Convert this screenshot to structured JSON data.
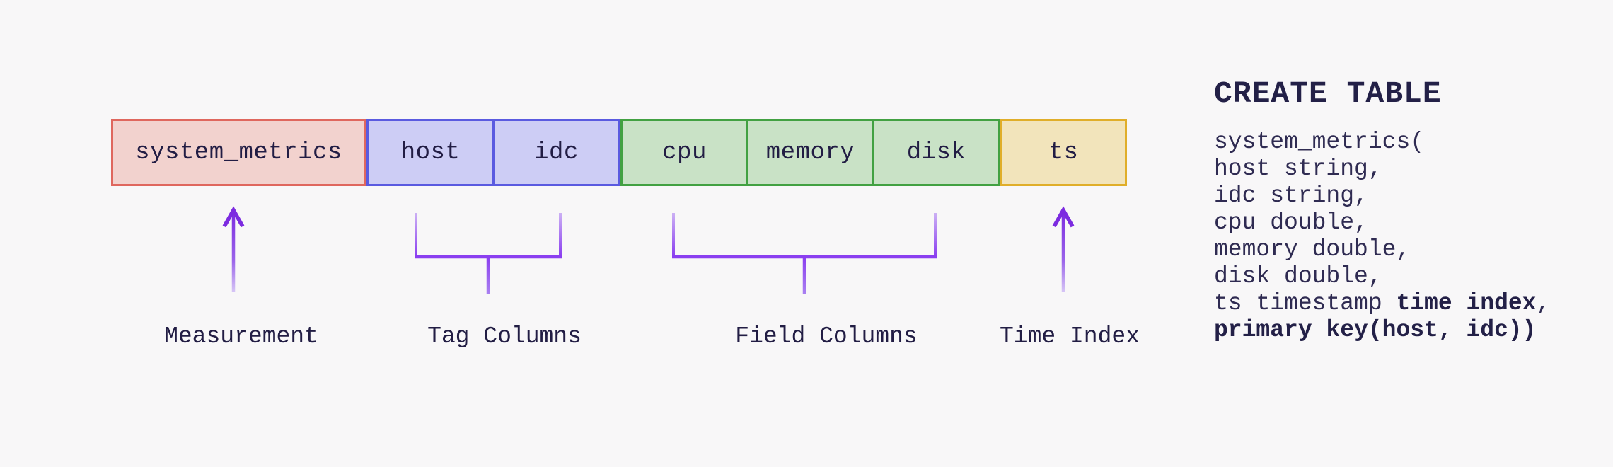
{
  "diagram": {
    "boxes": [
      {
        "label": "system_metrics",
        "role": "measurement"
      },
      {
        "label": "host",
        "role": "tag"
      },
      {
        "label": "idc",
        "role": "tag"
      },
      {
        "label": "cpu",
        "role": "field"
      },
      {
        "label": "memory",
        "role": "field"
      },
      {
        "label": "disk",
        "role": "field"
      },
      {
        "label": "ts",
        "role": "time-index"
      }
    ],
    "annotations": [
      {
        "label": "Measurement",
        "type": "arrow"
      },
      {
        "label": "Tag Columns",
        "type": "bracket"
      },
      {
        "label": "Field Columns",
        "type": "bracket"
      },
      {
        "label": "Time Index",
        "type": "arrow"
      }
    ]
  },
  "sql": {
    "heading": "CREATE TABLE",
    "lines": [
      {
        "pre": "system_metrics(",
        "bold": "",
        "post": ""
      },
      {
        "pre": "host string,",
        "bold": "",
        "post": ""
      },
      {
        "pre": "idc string,",
        "bold": "",
        "post": ""
      },
      {
        "pre": "cpu double,",
        "bold": "",
        "post": ""
      },
      {
        "pre": "memory double,",
        "bold": "",
        "post": ""
      },
      {
        "pre": "disk double,",
        "bold": "",
        "post": ""
      },
      {
        "pre": "ts timestamp ",
        "bold": "time index",
        "post": ","
      },
      {
        "pre": "",
        "bold": "primary key(host, idc))",
        "post": ""
      }
    ]
  },
  "colors": {
    "background": "#f8f7f8",
    "measurement_fill": "#f2d2ce",
    "measurement_border": "#df675e",
    "tag_fill": "#cdcdf5",
    "tag_border": "#5a5ae0",
    "field_fill": "#c9e2c6",
    "field_border": "#42a142",
    "time_fill": "#f2e4bb",
    "time_border": "#e0ae2a",
    "annotation_purple": "#8b3ff0",
    "annotation_purple_dark": "#7c2be0",
    "annotation_purple_light": "#d8c9f6",
    "text_dark": "#221d44"
  }
}
